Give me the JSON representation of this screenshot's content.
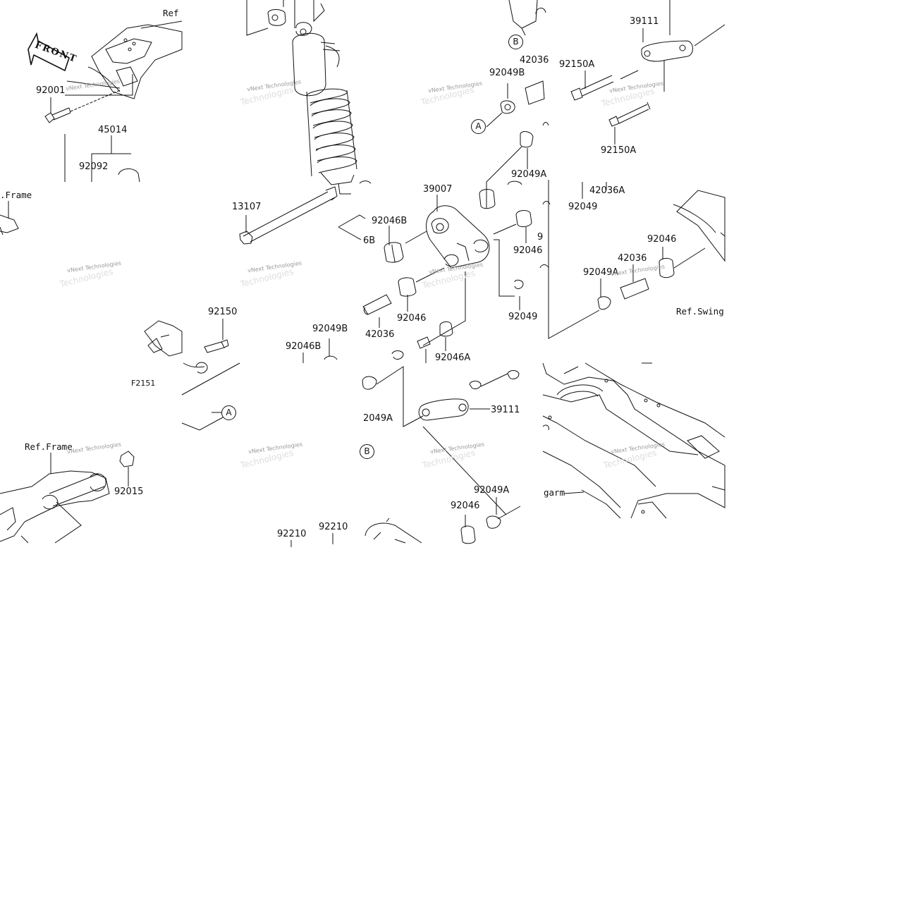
{
  "labels": {
    "l_92001": "92001",
    "l_45014": "45014",
    "l_92092": "92092",
    "l_92150": "92150",
    "l_f2151": "F2151",
    "l_92015": "92015",
    "l_13107": "13107",
    "l_92049b_mid": "92049B",
    "l_92046b_mid": "92046B",
    "l_92210_a": "92210",
    "l_92210_b": "92210",
    "l_92049b_top": "92049B",
    "l_42036_top": "42036",
    "l_92049a_top": "92049A",
    "l_39007": "39007",
    "l_92046b_right": "92046B",
    "l_6b": "6B",
    "l_92046_r1": "92046",
    "l_9_partial": "9",
    "l_92046_center": "92046",
    "l_42036_center": "42036",
    "l_92049_center": "92049",
    "l_92046a": "92046A",
    "l_92049a_left": "2049A",
    "l_39111_bottom": "39111",
    "l_92049a_bottom": "92049A",
    "l_92046_bottom": "92046",
    "l_39111_top": "39111",
    "l_92150a_1": "92150A",
    "l_92150a_2": "92150A",
    "l_92049_right": "92049",
    "l_42036a": "42036A",
    "l_92046_right": "92046",
    "l_42036_right": "42036",
    "l_92049a_right": "92049A"
  },
  "refs": {
    "ref_top": "Ref",
    "ref_frame_left": ".Frame",
    "ref_frame_bottom": "Ref.Frame",
    "ref_swingarm": "Ref.Swing",
    "ref_swingarm_bottom": "garm"
  },
  "markers": {
    "a_mid": "A",
    "a_top": "A",
    "b_top": "B",
    "b_bottom": "B"
  },
  "front_badge": "FRONT",
  "watermark": {
    "line1": "vNext Technologies",
    "line2": "Technologies"
  }
}
